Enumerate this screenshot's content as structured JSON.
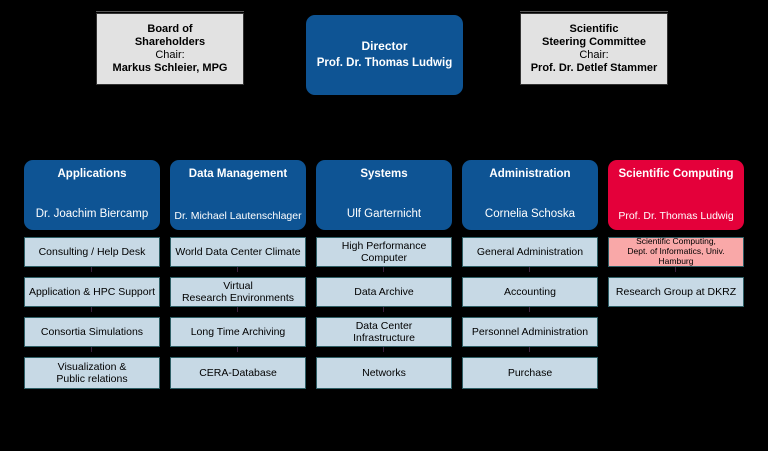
{
  "chart_data": {
    "type": "diagram",
    "title": "DKRZ Organisational Chart",
    "colors": {
      "background": "#000000",
      "blue": "#0e5494",
      "red": "#e4003a",
      "grey": "#e2e2e2",
      "light_blue": "#c7d9e5",
      "pink": "#f9a8a8",
      "text_dark": "#000000",
      "text_light": "#ffffff"
    }
  },
  "top_row": {
    "board": {
      "line1": "Board of",
      "line2": "Shareholders",
      "line3": "Chair:",
      "line4": "Markus Schleier, MPG"
    },
    "director": {
      "title": "Director",
      "name": "Prof. Dr. Thomas Ludwig"
    },
    "steering": {
      "line1": "Scientific",
      "line2": "Steering Committee",
      "line3": "Chair:",
      "line4": "Prof. Dr. Detlef Stammer"
    }
  },
  "departments": [
    {
      "title": "Applications",
      "lead": "Dr. Joachim Biercamp",
      "accent": "blue",
      "units": [
        {
          "line1": "Consulting / Help Desk",
          "line2": ""
        },
        {
          "line1": "Application & HPC Support",
          "line2": ""
        },
        {
          "line1": "Consortia Simulations",
          "line2": ""
        },
        {
          "line1": "Visualization &",
          "line2": "Public relations"
        }
      ]
    },
    {
      "title": "Data Management",
      "lead": "Dr. Michael Lautenschlager",
      "accent": "blue",
      "units": [
        {
          "line1": "World Data Center Climate",
          "line2": ""
        },
        {
          "line1": "Virtual",
          "line2": "Research Environments"
        },
        {
          "line1": "Long Time Archiving",
          "line2": ""
        },
        {
          "line1": "CERA-Database",
          "line2": ""
        }
      ]
    },
    {
      "title": "Systems",
      "lead": "Ulf Garternicht",
      "accent": "blue",
      "units": [
        {
          "line1": "High Performance",
          "line2": "Computer"
        },
        {
          "line1": "Data Archive",
          "line2": ""
        },
        {
          "line1": "Data Center",
          "line2": "Infrastructure"
        },
        {
          "line1": "Networks",
          "line2": ""
        }
      ]
    },
    {
      "title": "Administration",
      "lead": "Cornelia Schoska",
      "accent": "blue",
      "units": [
        {
          "line1": "General Administration",
          "line2": ""
        },
        {
          "line1": "Accounting",
          "line2": ""
        },
        {
          "line1": "Personnel Administration",
          "line2": ""
        },
        {
          "line1": "Purchase",
          "line2": ""
        }
      ]
    },
    {
      "title": "Scientific Computing",
      "lead": "Prof. Dr. Thomas Ludwig",
      "accent": "red",
      "units": [
        {
          "line1": "Scientific Computing,",
          "line2": "Dept. of Informatics, Univ. Hamburg",
          "style": "pink"
        },
        {
          "line1": "Research Group at DKRZ",
          "line2": ""
        }
      ]
    }
  ]
}
